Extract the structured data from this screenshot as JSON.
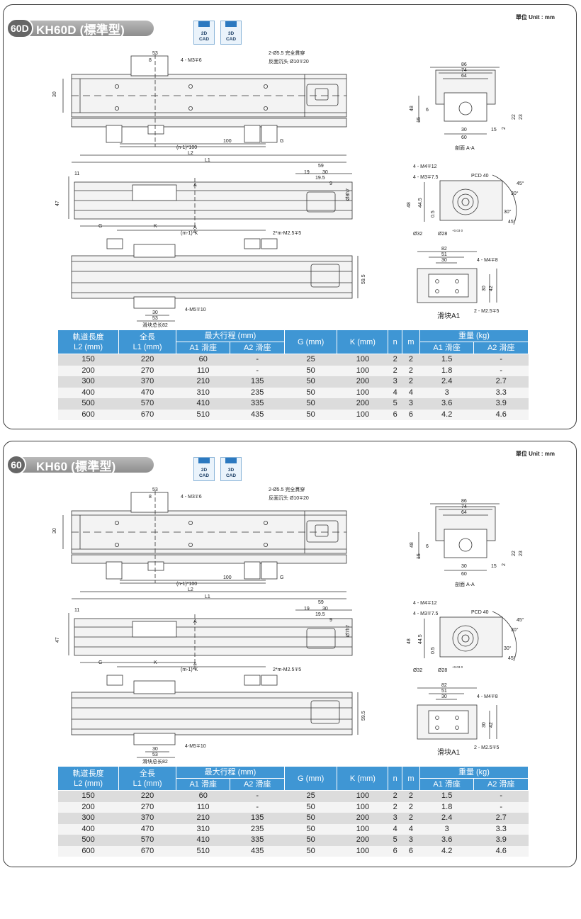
{
  "unit_label": "單位 Unit : mm",
  "cad": {
    "cad2d_top": "2D",
    "cad3d_top": "3D",
    "bottom": "CAD"
  },
  "sections": [
    {
      "badge": "60D",
      "title": "KH60D (標準型)",
      "top_view": {
        "dim_53": "53",
        "dim_8": "8",
        "hole_note": "4 - M3∓6",
        "thru_note_1": "2-Ø5.5 完全貫穿",
        "thru_note_2": "反面沉头 Ø10∓20",
        "dim_30": "30",
        "dim_100": "100",
        "g_label": "G",
        "pitch_label": "(n-1)*100",
        "l2_label": "L2",
        "l1_label": "L1"
      },
      "side_view": {
        "dim_11": "11",
        "dim_47": "47",
        "dim_59": "59",
        "dim_19": "19",
        "dim_30": "30",
        "dim_19_5": "19.5",
        "dim_9": "9",
        "shaft_dia": "Ø8h7",
        "a_label_top": "A",
        "g_label": "G",
        "k_label": "K",
        "a_label_bottom": "A",
        "pitch_label": "(m-1)*K",
        "tap_note": "2*m-M2.5∓5"
      },
      "bottom_view": {
        "dim_59_5": "59.5",
        "dim_30": "30",
        "dim_53": "53",
        "tap_note": "4-M5∓10",
        "slider_len": "滑块总长82"
      },
      "section_aa": {
        "dim_86": "86",
        "dim_74": "74",
        "dim_64": "64",
        "dim_48": "48",
        "dim_6": "6",
        "dim_15": "15",
        "dim_22": "22",
        "dim_23": "23",
        "dim_2": "2",
        "dim_30": "30",
        "dim_15b": "15",
        "dim_60": "60",
        "caption": "剖面 A-A"
      },
      "end_view": {
        "tap_note_1": "4 - M4∓12",
        "tap_note_2": "4 - M3∓7.5",
        "pcd": "PCD 40",
        "dim_48": "48",
        "dim_44_5": "44.5",
        "dim_0_5": "0.5",
        "dia_32": "Ø32",
        "dia_28": "Ø28",
        "tol": "+0.03 0",
        "ang_45a": "45°",
        "ang_30": "30°",
        "ang_30b": "30°",
        "ang_45b": "45°"
      },
      "slider_view": {
        "dim_82": "82",
        "dim_51": "51",
        "dim_30": "30",
        "tap_note": "4 - M4∓8",
        "dim_30v": "30",
        "dim_42": "42",
        "caption": "滑块A1",
        "tap_note_2": "2 - M2.5∓5"
      },
      "table": {
        "h_l2": "軌道長度",
        "h_l2_unit": "L2 (mm)",
        "h_l1": "全長",
        "h_l1_unit": "L1 (mm)",
        "h_stroke": "最大行程 (mm)",
        "h_a1": "A1 滑座",
        "h_a2": "A2 滑座",
        "h_g": "G (mm)",
        "h_k": "K (mm)",
        "h_n": "n",
        "h_m": "m",
        "h_weight": "重量 (kg)",
        "h_w_a1": "A1 滑座",
        "h_w_a2": "A2 滑座",
        "rows": [
          [
            "150",
            "220",
            "60",
            "-",
            "25",
            "100",
            "2",
            "2",
            "1.5",
            "-"
          ],
          [
            "200",
            "270",
            "110",
            "-",
            "50",
            "100",
            "2",
            "2",
            "1.8",
            "-"
          ],
          [
            "300",
            "370",
            "210",
            "135",
            "50",
            "200",
            "3",
            "2",
            "2.4",
            "2.7"
          ],
          [
            "400",
            "470",
            "310",
            "235",
            "50",
            "100",
            "4",
            "4",
            "3",
            "3.3"
          ],
          [
            "500",
            "570",
            "410",
            "335",
            "50",
            "200",
            "5",
            "3",
            "3.6",
            "3.9"
          ],
          [
            "600",
            "670",
            "510",
            "435",
            "50",
            "100",
            "6",
            "6",
            "4.2",
            "4.6"
          ]
        ]
      }
    },
    {
      "badge": "60",
      "title": "KH60 (標準型)",
      "top_view": {
        "dim_53": "53",
        "dim_8": "8",
        "hole_note": "4 - M3∓6",
        "thru_note_1": "2-Ø5.5 完全貫穿",
        "thru_note_2": "反面沉头 Ø10∓20",
        "dim_30": "30",
        "dim_100": "100",
        "g_label": "G",
        "pitch_label": "(n-1)*100",
        "l2_label": "L2",
        "l1_label": "L1"
      },
      "side_view": {
        "dim_11": "11",
        "dim_47": "47",
        "dim_59": "59",
        "dim_19": "19",
        "dim_30": "30",
        "dim_19_5": "19.5",
        "dim_9": "9",
        "shaft_dia": "Ø7h7",
        "a_label_top": "A",
        "g_label": "G",
        "k_label": "K",
        "a_label_bottom": "A",
        "pitch_label": "(m-1)*K",
        "tap_note": "2*m-M2.5∓5"
      },
      "bottom_view": {
        "dim_59_5": "59.5",
        "dim_30": "30",
        "dim_53": "53",
        "tap_note": "4-M5∓10",
        "slider_len": "滑块总长82"
      },
      "section_aa": {
        "dim_86": "86",
        "dim_74": "74",
        "dim_64": "64",
        "dim_48": "48",
        "dim_6": "6",
        "dim_15": "15",
        "dim_22": "22",
        "dim_23": "23",
        "dim_2": "2",
        "dim_30": "30",
        "dim_15b": "15",
        "dim_60": "60",
        "caption": "剖面 A-A"
      },
      "end_view": {
        "tap_note_1": "4 - M4∓12",
        "tap_note_2": "4 - M3∓7.5",
        "pcd": "PCD 40",
        "dim_48": "48",
        "dim_44_5": "44.5",
        "dim_0_5": "0.5",
        "dia_32": "Ø32",
        "dia_28": "Ø28",
        "tol": "+0.03 0",
        "ang_45a": "45°",
        "ang_30": "30°",
        "ang_30b": "30°",
        "ang_45b": "45°"
      },
      "slider_view": {
        "dim_82": "82",
        "dim_51": "51",
        "dim_30": "30",
        "tap_note": "4 - M4∓8",
        "dim_30v": "30",
        "dim_42": "42",
        "caption": "滑块A1",
        "tap_note_2": "2 - M2.5∓5"
      },
      "table": {
        "h_l2": "軌道長度",
        "h_l2_unit": "L2 (mm)",
        "h_l1": "全長",
        "h_l1_unit": "L1 (mm)",
        "h_stroke": "最大行程 (mm)",
        "h_a1": "A1 滑座",
        "h_a2": "A2 滑座",
        "h_g": "G (mm)",
        "h_k": "K (mm)",
        "h_n": "n",
        "h_m": "m",
        "h_weight": "重量 (kg)",
        "h_w_a1": "A1 滑座",
        "h_w_a2": "A2 滑座",
        "rows": [
          [
            "150",
            "220",
            "60",
            "-",
            "25",
            "100",
            "2",
            "2",
            "1.5",
            "-"
          ],
          [
            "200",
            "270",
            "110",
            "-",
            "50",
            "100",
            "2",
            "2",
            "1.8",
            "-"
          ],
          [
            "300",
            "370",
            "210",
            "135",
            "50",
            "200",
            "3",
            "2",
            "2.4",
            "2.7"
          ],
          [
            "400",
            "470",
            "310",
            "235",
            "50",
            "100",
            "4",
            "4",
            "3",
            "3.3"
          ],
          [
            "500",
            "570",
            "410",
            "335",
            "50",
            "200",
            "5",
            "3",
            "3.6",
            "3.9"
          ],
          [
            "600",
            "670",
            "510",
            "435",
            "50",
            "100",
            "6",
            "6",
            "4.2",
            "4.6"
          ]
        ]
      }
    }
  ]
}
